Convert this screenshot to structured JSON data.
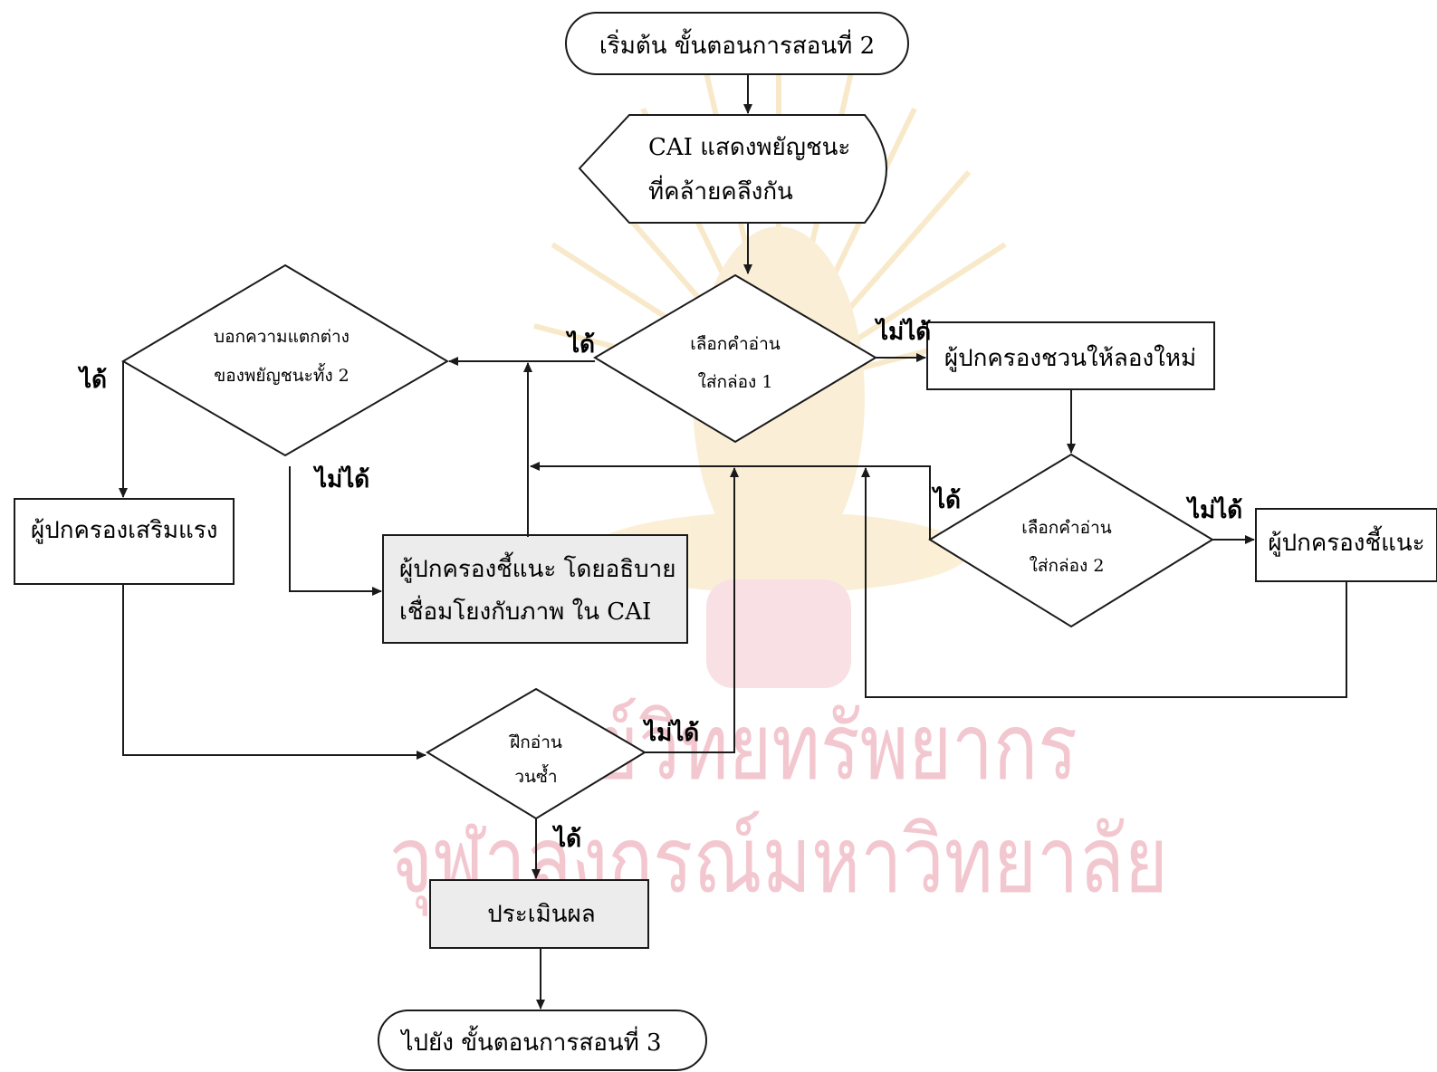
{
  "watermark": {
    "line1": "ศูนย์วิทยทรัพยากร",
    "line2": "จุฬาลงกรณ์มหาวิทยาลัย",
    "seal_color": "#f3d8a0",
    "text_color": "#f3c7cf"
  },
  "nodes": {
    "start": "เริ่มต้น ขั้นตอนการสอนที่ 2",
    "display_line1": "CAI แสดงพยัญชนะ",
    "display_line2": "ที่คล้ายคลึงกัน",
    "decision1_line1": "เลือกคำอ่าน",
    "decision1_line2": "ใส่กล่อง 1",
    "retry": "ผู้ปกครองชวนให้ลองใหม่",
    "decision2_line1": "เลือกคำอ่าน",
    "decision2_line2": "ใส่กล่อง 2",
    "guide_right": "ผู้ปกครองชี้แนะ",
    "diff_line1": "บอกความแตกต่าง",
    "diff_line2": "ของพยัญชนะทั้ง 2",
    "reinforce": "ผู้ปกครองเสริมแรง",
    "guide_center_line1": "ผู้ปกครองชี้แนะ โดยอธิบาย",
    "guide_center_line2": "เชื่อมโยงกับภาพ ใน CAI",
    "practice_line1": "ฝึกอ่าน",
    "practice_line2": "วนซ้ำ",
    "evaluate": "ประเมินผล",
    "end": "ไปยัง ขั้นตอนการสอนที่  3"
  },
  "labels": {
    "d1_yes": "ได้",
    "d1_no": "ไม่ได้",
    "d2_yes": "ได้",
    "d2_no": "ไม่ได้",
    "diff_yes": "ได้",
    "diff_no": "ไม่ได้",
    "practice_no": "ไม่ได้",
    "practice_yes": "ได้"
  },
  "colors": {
    "stroke": "#1a1a1a",
    "box_shade": "#ececec"
  }
}
